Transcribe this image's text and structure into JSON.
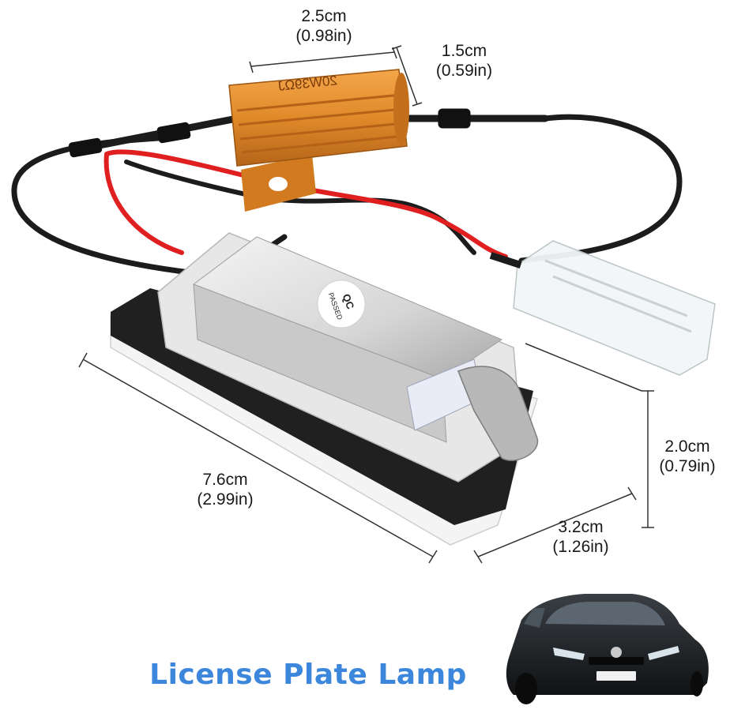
{
  "resistor": {
    "marking": "20W39ΩJ"
  },
  "lamp": {
    "stamp_line1": "QC",
    "stamp_line2": "PASSED"
  },
  "dimensions": {
    "resistor_length": {
      "cm": "2.5cm",
      "in": "(0.98in)"
    },
    "resistor_height": {
      "cm": "1.5cm",
      "in": "(0.59in)"
    },
    "lamp_length": {
      "cm": "7.6cm",
      "in": "(2.99in)"
    },
    "lamp_width": {
      "cm": "3.2cm",
      "in": "(1.26in)"
    },
    "lamp_height": {
      "cm": "2.0cm",
      "in": "(0.79in)"
    }
  },
  "title": "License Plate Lamp",
  "colors": {
    "title": "#3c86dc",
    "resistor": "#e08a2a",
    "red_wire": "#e02020",
    "black_wire": "#1c1c1c"
  }
}
